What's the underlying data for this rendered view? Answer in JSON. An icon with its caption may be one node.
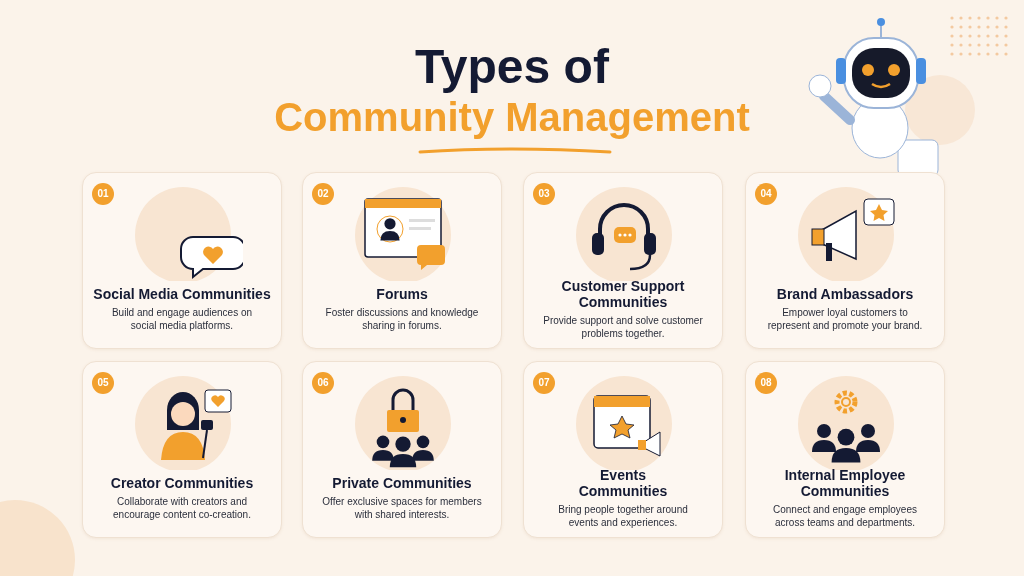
{
  "diagram": {
    "title": "Types of Community Management",
    "nodes": [
      {
        "text": [
          "Social Media Communities",
          "Build and engage audiences on social media platforms."
        ]
      },
      {
        "text": [
          "01"
        ],
        "in": 0
      },
      {
        "text": [
          "Forums",
          "Foster discussions and knowledge sharing in forums."
        ]
      },
      {
        "text": [
          "02"
        ],
        "in": 2
      },
      {
        "text": [
          "Customer Support Communities",
          "Provide support and solve customer problems together."
        ]
      },
      {
        "text": [
          "03"
        ],
        "in": 4
      },
      {
        "text": [
          "Brand Ambassadors",
          "Empower loyal customers to represent and promote your brand."
        ]
      },
      {
        "text": [
          "04"
        ],
        "in": 6
      },
      {
        "text": [
          "Creator Communities",
          "Collaborate with creators and encourage content co-creation."
        ]
      },
      {
        "text": [
          "05"
        ],
        "in": 8
      },
      {
        "text": [
          "Private Communities",
          "Offer exclusive spaces for members with shared interests."
        ]
      },
      {
        "text": [
          "06"
        ],
        "in": 10
      },
      {
        "text": [
          "Events Communities",
          "Bring people together around events and experiences."
        ]
      },
      {
        "text": [
          "07"
        ],
        "in": 12
      },
      {
        "text": [
          "Internal Employee Communities",
          "Connect and engage employees across teams and departments."
        ]
      },
      {
        "text": [
          "08"
        ],
        "in": 14
      }
    ]
  }
}
